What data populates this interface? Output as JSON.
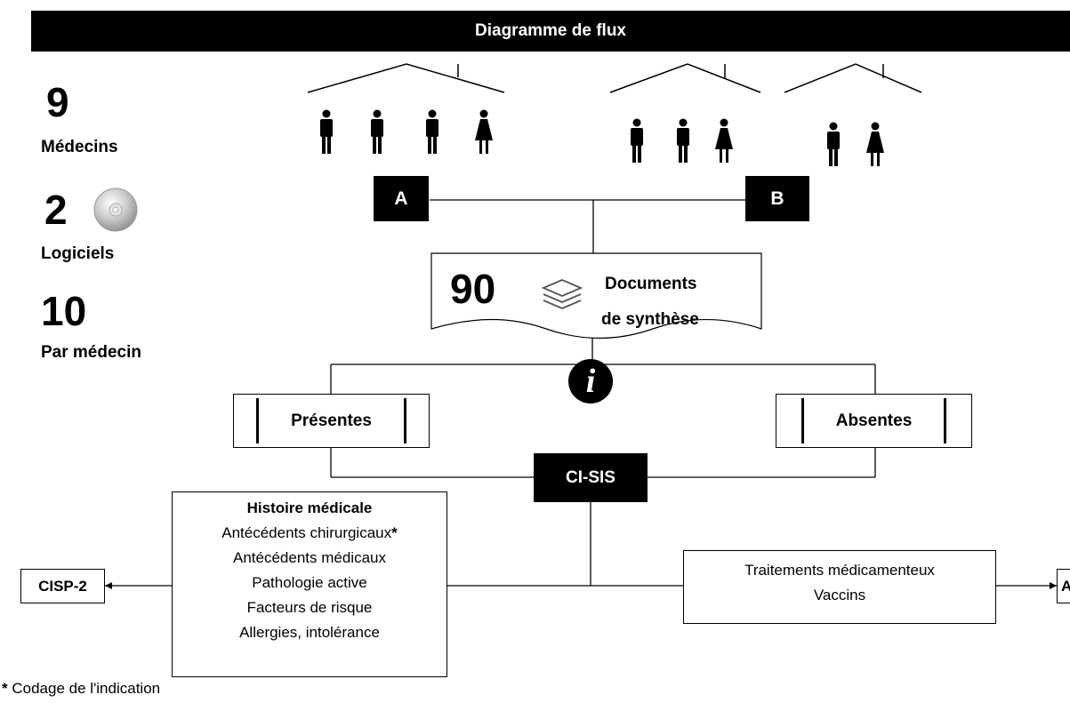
{
  "header": {
    "title": "Diagramme de flux"
  },
  "stats": {
    "doctors_count": "9",
    "doctors_label": "Médecins",
    "software_count": "2",
    "software_label": "Logiciels",
    "per_doctor_count": "10",
    "per_doctor_label": "Par médecin"
  },
  "sites": {
    "a_label": "A",
    "b_label": "B"
  },
  "documents": {
    "count": "90",
    "label_line1": "Documents",
    "label_line2": "de synthèse"
  },
  "info": {
    "glyph": "i"
  },
  "status": {
    "present_label": "Présentes",
    "absent_label": "Absentes"
  },
  "standard": {
    "label": "CI-SIS"
  },
  "history": {
    "title": "Histoire médicale",
    "items": [
      "Antécédents chirurgicaux",
      "Antécédents médicaux",
      "Pathologie active",
      "Facteurs de risque",
      "Allergies, intolérance"
    ],
    "asterisk": "*"
  },
  "treatments": {
    "items": [
      "Traitements médicamenteux",
      "Vaccins"
    ]
  },
  "codes": {
    "left": "CISP-2",
    "right": "ATC"
  },
  "footnote": {
    "marker": "*",
    "text": " Codage de l'indication"
  }
}
